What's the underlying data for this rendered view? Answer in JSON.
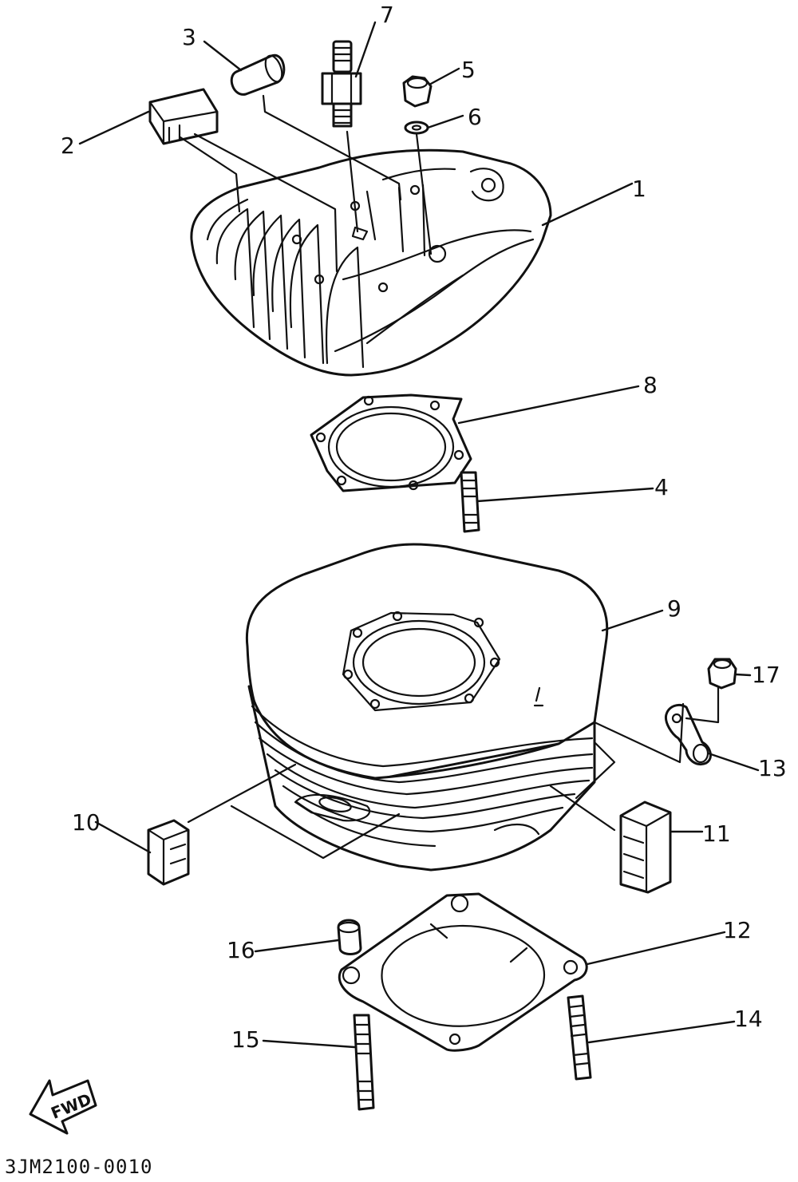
{
  "diagram": {
    "code": "3JM2100-0010",
    "fwd_label": "FWD",
    "callouts": [
      {
        "id": "1",
        "label": "1"
      },
      {
        "id": "2",
        "label": "2"
      },
      {
        "id": "3",
        "label": "3"
      },
      {
        "id": "4",
        "label": "4"
      },
      {
        "id": "5",
        "label": "5"
      },
      {
        "id": "6",
        "label": "6"
      },
      {
        "id": "7",
        "label": "7"
      },
      {
        "id": "8",
        "label": "8"
      },
      {
        "id": "9",
        "label": "9"
      },
      {
        "id": "10",
        "label": "10"
      },
      {
        "id": "11",
        "label": "11"
      },
      {
        "id": "12",
        "label": "12"
      },
      {
        "id": "13",
        "label": "13"
      },
      {
        "id": "14",
        "label": "14"
      },
      {
        "id": "15",
        "label": "15"
      },
      {
        "id": "16",
        "label": "16"
      },
      {
        "id": "17",
        "label": "17"
      }
    ]
  }
}
